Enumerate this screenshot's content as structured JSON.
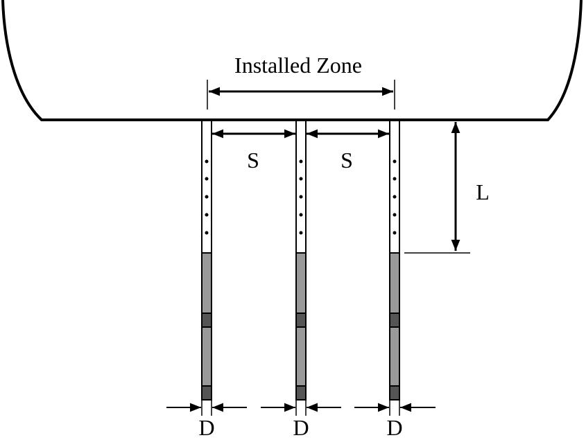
{
  "labels": {
    "installed_zone": "Installed Zone",
    "spacing_1": "S",
    "spacing_2": "S",
    "length": "L",
    "diameter_1": "D",
    "diameter_2": "D",
    "diameter_3": "D"
  },
  "colors": {
    "line": "#000000",
    "casing": "#999999",
    "coupling": "#555555",
    "background": "#ffffff"
  },
  "pile_count": 3,
  "dots_per_pile": 5
}
